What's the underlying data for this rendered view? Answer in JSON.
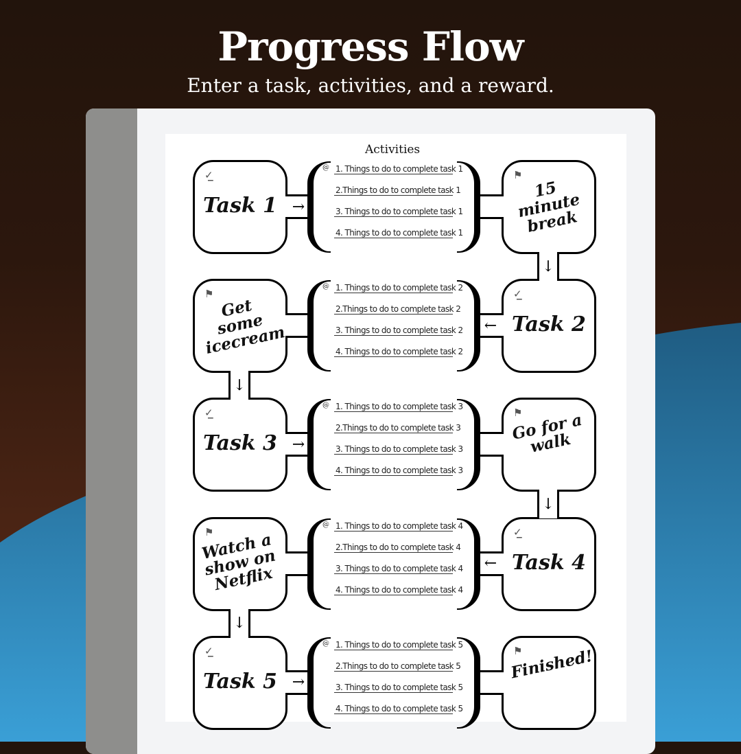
{
  "header": {
    "title": "Progress Flow",
    "subtitle": "Enter a task, activities, and a reward."
  },
  "activities_heading": "Activities",
  "colors": {
    "bg_dark": "#22140c",
    "wave_blue": "#2f86bb"
  },
  "rows": [
    {
      "task": "Task 1",
      "reward": "15 minute break",
      "task_side": "left",
      "activities": [
        "1. Things to do to complete task 1",
        "2.Things to do to complete task 1",
        "3. Things to do to complete task 1",
        "4. Things to do to complete task 1"
      ]
    },
    {
      "task": "Task 2",
      "reward": "Get some icecream",
      "task_side": "right",
      "activities": [
        "1. Things to do to complete task 2",
        "2.Things to do to complete task 2",
        "3. Things to do to complete task 2",
        "4. Things to do to complete task 2"
      ]
    },
    {
      "task": "Task 3",
      "reward": "Go for a walk",
      "task_side": "left",
      "activities": [
        "1. Things to do to complete task 3",
        "2.Things to do to complete task 3",
        "3. Things to do to complete task 3",
        "4. Things to do to complete task 3"
      ]
    },
    {
      "task": "Task 4",
      "reward": "Watch a show on Netflix",
      "task_side": "right",
      "activities": [
        "1. Things to do to complete task 4",
        "2.Things to do to complete task 4",
        "3. Things to do to complete task 4",
        "4. Things to do to complete task 4"
      ]
    },
    {
      "task": "Task 5",
      "reward": "Finished!",
      "task_side": "left",
      "activities": [
        "1. Things to do to complete task 5",
        "2.Things to do to complete task 5",
        "3. Things to do to complete task 5",
        "4. Things to do to complete task 5"
      ]
    }
  ]
}
